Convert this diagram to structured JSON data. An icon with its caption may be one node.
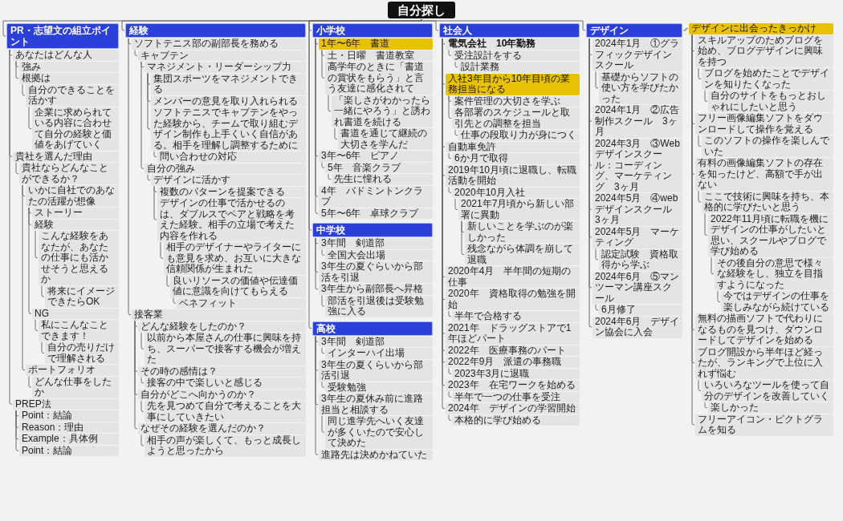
{
  "diagram": {
    "nodes": [
      {
        "text": [
          "自分探し"
        ]
      },
      {
        "text": [
          "PR・志望文の組立ポイント"
        ]
      },
      {
        "text": [
          "あなたはどんな人"
        ]
      },
      {
        "text": [
          "強み"
        ]
      },
      {
        "text": [
          "根拠は"
        ]
      },
      {
        "text": [
          "自分のできることを活かす"
        ]
      },
      {
        "text": [
          "企業に求められている内容に合わせて自分の経験と価値をあげていく"
        ]
      },
      {
        "text": [
          "貴社を選んだ理由"
        ]
      },
      {
        "text": [
          "貴社ならどんなことができるか？"
        ]
      },
      {
        "text": [
          "いかに自社でのあなたの活躍が想像"
        ]
      },
      {
        "text": [
          "ストーリー"
        ]
      },
      {
        "text": [
          "経験"
        ]
      },
      {
        "text": [
          "こんな経験をあなたが、あなたの仕事にも活かせそうと思えるか"
        ]
      },
      {
        "text": [
          "将来にイメージできたらOK"
        ]
      },
      {
        "text": [
          "NG"
        ]
      },
      {
        "text": [
          "私にこんなことできます！"
        ]
      },
      {
        "text": [
          "自分の売りだけで理解される"
        ]
      },
      {
        "text": [
          "ポートフォリオ"
        ]
      },
      {
        "text": [
          "どんな仕事をしたか"
        ]
      },
      {
        "text": [
          "PREP法"
        ]
      },
      {
        "text": [
          "Point：結論"
        ]
      },
      {
        "text": [
          "Reason：理由"
        ]
      },
      {
        "text": [
          "Example：具体例"
        ]
      },
      {
        "text": [
          "Point：結論"
        ]
      },
      {
        "text": [
          "経験"
        ]
      },
      {
        "text": [
          "ソフトテニス部の副部長を務める"
        ]
      },
      {
        "text": [
          "キャプテン"
        ]
      },
      {
        "text": [
          "マネジメント・リーダーシップ力"
        ]
      },
      {
        "text": [
          "集団スポーツをマネジメントできる"
        ]
      },
      {
        "text": [
          "メンバーの意見を取り入れられる"
        ]
      },
      {
        "text": [
          "ソフトテニスでキャプテンをやった経験から、チームで取り組むデザイン制作も上手くいく自信がある。相手を理解し調整するために"
        ]
      },
      {
        "text": [
          "問い合わせの対応"
        ]
      },
      {
        "text": [
          "自分の強み"
        ]
      },
      {
        "text": [
          "デザインに活かす"
        ]
      },
      {
        "text": [
          "複数のパターンを提案できる"
        ]
      },
      {
        "text": [
          "デザインの仕事で活かせるのは、ダブルスでペアと戦略を考えた経験。相手の立場で考えた内容を作れる"
        ]
      },
      {
        "text": [
          "相手のデザイナーやライターにも意見を求め、お互いに大きな信頼関係が生まれた"
        ]
      },
      {
        "text": [
          "良いリソースの価値や伝達価値に意識を向けてもらえる"
        ]
      },
      {
        "text": [
          "ベネフィット"
        ]
      },
      {
        "text": [
          "接客業"
        ]
      },
      {
        "text": [
          "どんな経験をしたのか？"
        ]
      },
      {
        "text": [
          "以前から本屋さんの仕事に興味を持ち、スーパーで接客する機会が増えた"
        ]
      },
      {
        "text": [
          "その時の感情は？"
        ]
      },
      {
        "text": [
          "接客の中で楽しいと感じる"
        ]
      },
      {
        "text": [
          "自分がどこへ向かうのか？"
        ]
      },
      {
        "text": [
          "先を見つめて自分で考えることを大事にしていきたい"
        ]
      },
      {
        "text": [
          "なぜその経験を選んだのか？"
        ]
      },
      {
        "text": [
          "相手の声が楽しくて、もっと成長しようと思ったから"
        ]
      },
      {
        "text": [
          "小学校"
        ]
      },
      {
        "text": [
          "1年〜6年　書道"
        ]
      },
      {
        "text": [
          "土・日曜　書道教室"
        ]
      },
      {
        "text": [
          "高学年のときに「書道の賞状をもらう」と言う友達に感化されて"
        ]
      },
      {
        "text": [
          "「楽しさがわかったら一緒にやろう」と誘われ書道を続ける"
        ]
      },
      {
        "text": [
          "書道を通じて継続の大切さを学んだ"
        ]
      },
      {
        "text": [
          "3年〜6年　ピアノ"
        ]
      },
      {
        "text": [
          "5年　音楽クラブ"
        ]
      },
      {
        "text": [
          "先生に憧れる"
        ]
      },
      {
        "text": [
          "4年　バドミントンクラブ"
        ]
      },
      {
        "text": [
          "5年〜6年　卓球クラブ"
        ]
      },
      {
        "text": [
          "中学校"
        ]
      },
      {
        "text": [
          "3年間　剣道部"
        ]
      },
      {
        "text": [
          "全国大会出場"
        ]
      },
      {
        "text": [
          "3年生の夏ぐらいから部活を引退"
        ]
      },
      {
        "text": [
          "3年生から副部長へ昇格"
        ]
      },
      {
        "text": [
          "部活を引退後は受験勉強に入る"
        ]
      },
      {
        "text": [
          "高校"
        ]
      },
      {
        "text": [
          "3年間　剣道部"
        ]
      },
      {
        "text": [
          "インターハイ出場"
        ]
      },
      {
        "text": [
          "3年生の夏くらいから部活引退"
        ]
      },
      {
        "text": [
          "受験勉強"
        ]
      },
      {
        "text": [
          "3年生の夏休み前に進路担当と相談する"
        ]
      },
      {
        "text": [
          "同じ進学先へいく友達が多くいたので安心して決めた"
        ]
      },
      {
        "text": [
          "進路先は決めかねていた"
        ]
      },
      {
        "text": [
          "社会人"
        ]
      },
      {
        "text": [
          "電気会社　10年勤務"
        ]
      },
      {
        "text": [
          "受注設計をする"
        ]
      },
      {
        "text": [
          "設計業務"
        ]
      },
      {
        "text": [
          "入社3年目から10年目頃の業務担当になる"
        ]
      },
      {
        "text": [
          "案件管理の大切さを学ぶ"
        ]
      },
      {
        "text": [
          "各部署のスケジュールと取引先との調整を担当"
        ]
      },
      {
        "text": [
          "仕事の段取り力が身につく"
        ]
      },
      {
        "text": [
          "自動車免許"
        ]
      },
      {
        "text": [
          "6か月で取得"
        ]
      },
      {
        "text": [
          "2019年10月頃に退職し、転職活動を開始"
        ]
      },
      {
        "text": [
          "2020年10月入社"
        ]
      },
      {
        "text": [
          "2021年7月頃から新しい部署に異動"
        ]
      },
      {
        "text": [
          "新しいことを学ぶのが楽しかった"
        ]
      },
      {
        "text": [
          "残念ながら体調を崩して退職"
        ]
      },
      {
        "text": [
          "2020年4月　半年間の短期の仕事"
        ]
      },
      {
        "text": [
          "2020年　資格取得の勉強を開始"
        ]
      },
      {
        "text": [
          "半年で合格する"
        ]
      },
      {
        "text": [
          "2021年　ドラッグストアで1年ほどパート"
        ]
      },
      {
        "text": [
          "2022年　医療事務のパート"
        ]
      },
      {
        "text": [
          "2022年9月　派遣の事務職"
        ]
      },
      {
        "text": [
          "2023年3月に退職"
        ]
      },
      {
        "text": [
          "2023年　在宅ワークを始める"
        ]
      },
      {
        "text": [
          "半年で一つの仕事を受注"
        ]
      },
      {
        "text": [
          "2024年　デザインの学習開始"
        ]
      },
      {
        "text": [
          "本格的に学び始める"
        ]
      },
      {
        "text": [
          "デザイン"
        ]
      },
      {
        "text": [
          "2024年1月　①グラフィックデザインスクール"
        ]
      },
      {
        "text": [
          "基礎からソフトの使い方を学びたかった"
        ]
      },
      {
        "text": [
          "2024年1月　②広告制作スクール　3ヶ月"
        ]
      },
      {
        "text": [
          "2024年3月　③Webデザインスクール：コーディング、マーケティング　3ヶ月"
        ]
      },
      {
        "text": [
          "2024年5月　④webデザインスクール　3ヶ月"
        ]
      },
      {
        "text": [
          "2024年5月　マーケティング"
        ]
      },
      {
        "text": [
          "認定試験　資格取得から学ぶ"
        ]
      },
      {
        "text": [
          "2024年6月　⑤マンツーマン講座スクール"
        ]
      },
      {
        "text": [
          "6月修了"
        ]
      },
      {
        "text": [
          "2024年6月　デザイン協会に入会"
        ]
      },
      {
        "text": [
          "デザインに出会ったきっかけ"
        ]
      },
      {
        "text": [
          "スキルアップのためブログを始め、ブログデザインに興味を持つ"
        ]
      },
      {
        "text": [
          "ブログを始めたことでデザインを知りたくなった"
        ]
      },
      {
        "text": [
          "自分のサイトをもっとおしゃれにしたいと思う"
        ]
      },
      {
        "text": [
          "フリー画像編集ソフトをダウンロードして操作を覚える"
        ]
      },
      {
        "text": [
          "このソフトの操作を楽しんでいた"
        ]
      },
      {
        "text": [
          "有料の画像編集ソフトの存在を知ったけど、高額で手が出ない"
        ]
      },
      {
        "text": [
          "ここで技術に興味を持ち、本格的に学びたいと思う"
        ]
      },
      {
        "text": [
          "2022年11月頃に転職を機にデザインの仕事がしたいと思い、スクールやブログで学び始める"
        ]
      },
      {
        "text": [
          "その後自分の意思で様々な経験をし、独立を目指すようになった"
        ]
      },
      {
        "text": [
          "今ではデザインの仕事を楽しみながら続けている"
        ]
      },
      {
        "text": [
          "無料の描画ソフトで代わりになるものを見つけ、ダウンロードしてデザインを始める"
        ]
      },
      {
        "text": [
          "ブログ開設から半年ほど経ったが、ランキングで上位に入れず悩む"
        ]
      },
      {
        "text": [
          "いろいろなツールを使って自分のデザインを改善していく"
        ]
      },
      {
        "text": [
          "楽しかった"
        ]
      },
      {
        "text": [
          "フリーアイコン・ピクトグラムを知る"
        ]
      }
    ],
    "edges": [
      {
        "from": 0,
        "to": 1,
        "arrow": "none"
      },
      {
        "from": 1,
        "to": 2,
        "arrow": "none"
      },
      {
        "from": 2,
        "to": 3,
        "arrow": "none"
      },
      {
        "from": 2,
        "to": 4,
        "arrow": "none"
      },
      {
        "from": 4,
        "to": 5,
        "arrow": "none"
      },
      {
        "from": 5,
        "to": 6,
        "arrow": "none"
      },
      {
        "from": 1,
        "to": 7,
        "arrow": "none"
      },
      {
        "from": 7,
        "to": 8,
        "arrow": "none"
      },
      {
        "from": 8,
        "to": 9,
        "arrow": "none"
      },
      {
        "from": 9,
        "to": 10,
        "arrow": "none"
      },
      {
        "from": 9,
        "to": 11,
        "arrow": "none"
      },
      {
        "from": 11,
        "to": 12,
        "arrow": "none"
      },
      {
        "from": 12,
        "to": 13,
        "arrow": "none"
      },
      {
        "from": 9,
        "to": 14,
        "arrow": "none"
      },
      {
        "from": 14,
        "to": 15,
        "arrow": "none"
      },
      {
        "from": 15,
        "to": 16,
        "arrow": "none"
      },
      {
        "from": 8,
        "to": 17,
        "arrow": "none"
      },
      {
        "from": 17,
        "to": 18,
        "arrow": "none"
      },
      {
        "from": 1,
        "to": 19,
        "arrow": "none"
      },
      {
        "from": 19,
        "to": 20,
        "arrow": "none"
      },
      {
        "from": 19,
        "to": 21,
        "arrow": "none"
      },
      {
        "from": 19,
        "to": 22,
        "arrow": "none"
      },
      {
        "from": 19,
        "to": 23,
        "arrow": "none"
      },
      {
        "from": 0,
        "to": 24,
        "arrow": "none"
      },
      {
        "from": 24,
        "to": 25,
        "arrow": "none"
      },
      {
        "from": 25,
        "to": 26,
        "arrow": "none"
      },
      {
        "from": 26,
        "to": 27,
        "arrow": "none"
      },
      {
        "from": 27,
        "to": 28,
        "arrow": "none"
      },
      {
        "from": 27,
        "to": 29,
        "arrow": "none"
      },
      {
        "from": 27,
        "to": 30,
        "arrow": "none"
      },
      {
        "from": 30,
        "to": 31,
        "arrow": "none"
      },
      {
        "from": 26,
        "to": 32,
        "arrow": "none"
      },
      {
        "from": 32,
        "to": 33,
        "arrow": "none"
      },
      {
        "from": 33,
        "to": 34,
        "arrow": "none"
      },
      {
        "from": 33,
        "to": 35,
        "arrow": "none"
      },
      {
        "from": 35,
        "to": 36,
        "arrow": "none"
      },
      {
        "from": 36,
        "to": 37,
        "arrow": "none"
      },
      {
        "from": 37,
        "to": 38,
        "arrow": "none"
      },
      {
        "from": 24,
        "to": 39,
        "arrow": "none"
      },
      {
        "from": 39,
        "to": 40,
        "arrow": "none"
      },
      {
        "from": 40,
        "to": 41,
        "arrow": "none"
      },
      {
        "from": 39,
        "to": 42,
        "arrow": "none"
      },
      {
        "from": 42,
        "to": 43,
        "arrow": "none"
      },
      {
        "from": 39,
        "to": 44,
        "arrow": "none"
      },
      {
        "from": 44,
        "to": 45,
        "arrow": "none"
      },
      {
        "from": 39,
        "to": 46,
        "arrow": "none"
      },
      {
        "from": 46,
        "to": 47,
        "arrow": "none"
      },
      {
        "from": 0,
        "to": 48,
        "arrow": "none"
      },
      {
        "from": 48,
        "to": 49,
        "arrow": "none"
      },
      {
        "from": 49,
        "to": 50,
        "arrow": "none"
      },
      {
        "from": 49,
        "to": 51,
        "arrow": "none"
      },
      {
        "from": 51,
        "to": 52,
        "arrow": "none"
      },
      {
        "from": 52,
        "to": 53,
        "arrow": "none"
      },
      {
        "from": 48,
        "to": 54,
        "arrow": "none"
      },
      {
        "from": 54,
        "to": 55,
        "arrow": "none"
      },
      {
        "from": 55,
        "to": 56,
        "arrow": "none"
      },
      {
        "from": 48,
        "to": 57,
        "arrow": "none"
      },
      {
        "from": 48,
        "to": 58,
        "arrow": "none"
      },
      {
        "from": 0,
        "to": 59,
        "arrow": "none"
      },
      {
        "from": 59,
        "to": 60,
        "arrow": "none"
      },
      {
        "from": 60,
        "to": 61,
        "arrow": "none"
      },
      {
        "from": 59,
        "to": 62,
        "arrow": "none"
      },
      {
        "from": 59,
        "to": 63,
        "arrow": "none"
      },
      {
        "from": 63,
        "to": 64,
        "arrow": "none"
      },
      {
        "from": 0,
        "to": 65,
        "arrow": "none"
      },
      {
        "from": 65,
        "to": 66,
        "arrow": "none"
      },
      {
        "from": 66,
        "to": 67,
        "arrow": "none"
      },
      {
        "from": 65,
        "to": 68,
        "arrow": "none"
      },
      {
        "from": 68,
        "to": 69,
        "arrow": "none"
      },
      {
        "from": 65,
        "to": 70,
        "arrow": "none"
      },
      {
        "from": 70,
        "to": 71,
        "arrow": "none"
      },
      {
        "from": 65,
        "to": 72,
        "arrow": "none"
      },
      {
        "from": 0,
        "to": 73,
        "arrow": "none"
      },
      {
        "from": 73,
        "to": 74,
        "arrow": "none"
      },
      {
        "from": 74,
        "to": 75,
        "arrow": "none"
      },
      {
        "from": 75,
        "to": 76,
        "arrow": "none"
      },
      {
        "from": 73,
        "to": 77,
        "arrow": "none"
      },
      {
        "from": 77,
        "to": 78,
        "arrow": "none"
      },
      {
        "from": 77,
        "to": 79,
        "arrow": "none"
      },
      {
        "from": 79,
        "to": 80,
        "arrow": "none"
      },
      {
        "from": 73,
        "to": 81,
        "arrow": "none"
      },
      {
        "from": 81,
        "to": 82,
        "arrow": "none"
      },
      {
        "from": 73,
        "to": 83,
        "arrow": "none"
      },
      {
        "from": 83,
        "to": 84,
        "arrow": "none"
      },
      {
        "from": 84,
        "to": 85,
        "arrow": "none"
      },
      {
        "from": 85,
        "to": 86,
        "arrow": "none"
      },
      {
        "from": 85,
        "to": 87,
        "arrow": "none"
      },
      {
        "from": 73,
        "to": 88,
        "arrow": "none"
      },
      {
        "from": 73,
        "to": 89,
        "arrow": "none"
      },
      {
        "from": 89,
        "to": 90,
        "arrow": "none"
      },
      {
        "from": 73,
        "to": 91,
        "arrow": "none"
      },
      {
        "from": 73,
        "to": 92,
        "arrow": "none"
      },
      {
        "from": 73,
        "to": 93,
        "arrow": "none"
      },
      {
        "from": 93,
        "to": 94,
        "arrow": "none"
      },
      {
        "from": 73,
        "to": 95,
        "arrow": "none"
      },
      {
        "from": 95,
        "to": 96,
        "arrow": "none"
      },
      {
        "from": 73,
        "to": 97,
        "arrow": "none"
      },
      {
        "from": 97,
        "to": 98,
        "arrow": "none"
      },
      {
        "from": 0,
        "to": 99,
        "arrow": "none"
      },
      {
        "from": 99,
        "to": 100,
        "arrow": "none"
      },
      {
        "from": 100,
        "to": 101,
        "arrow": "none"
      },
      {
        "from": 99,
        "to": 102,
        "arrow": "none"
      },
      {
        "from": 99,
        "to": 103,
        "arrow": "none"
      },
      {
        "from": 99,
        "to": 104,
        "arrow": "none"
      },
      {
        "from": 99,
        "to": 105,
        "arrow": "none"
      },
      {
        "from": 105,
        "to": 106,
        "arrow": "none"
      },
      {
        "from": 99,
        "to": 107,
        "arrow": "none"
      },
      {
        "from": 107,
        "to": 108,
        "arrow": "none"
      },
      {
        "from": 99,
        "to": 109,
        "arrow": "none"
      },
      {
        "from": 99,
        "to": 110,
        "arrow": "none"
      },
      {
        "from": 110,
        "to": 111,
        "arrow": "none"
      },
      {
        "from": 111,
        "to": 112,
        "arrow": "none"
      },
      {
        "from": 112,
        "to": 113,
        "arrow": "none"
      },
      {
        "from": 110,
        "to": 114,
        "arrow": "none"
      },
      {
        "from": 114,
        "to": 115,
        "arrow": "none"
      },
      {
        "from": 110,
        "to": 116,
        "arrow": "none"
      },
      {
        "from": 116,
        "to": 117,
        "arrow": "none"
      },
      {
        "from": 117,
        "to": 118,
        "arrow": "none"
      },
      {
        "from": 118,
        "to": 119,
        "arrow": "none"
      },
      {
        "from": 119,
        "to": 120,
        "arrow": "none"
      },
      {
        "from": 110,
        "to": 121,
        "arrow": "none"
      },
      {
        "from": 110,
        "to": 122,
        "arrow": "none"
      },
      {
        "from": 122,
        "to": 123,
        "arrow": "none"
      },
      {
        "from": 123,
        "to": 124,
        "arrow": "none"
      },
      {
        "from": 110,
        "to": 125,
        "arrow": "none"
      }
    ]
  }
}
